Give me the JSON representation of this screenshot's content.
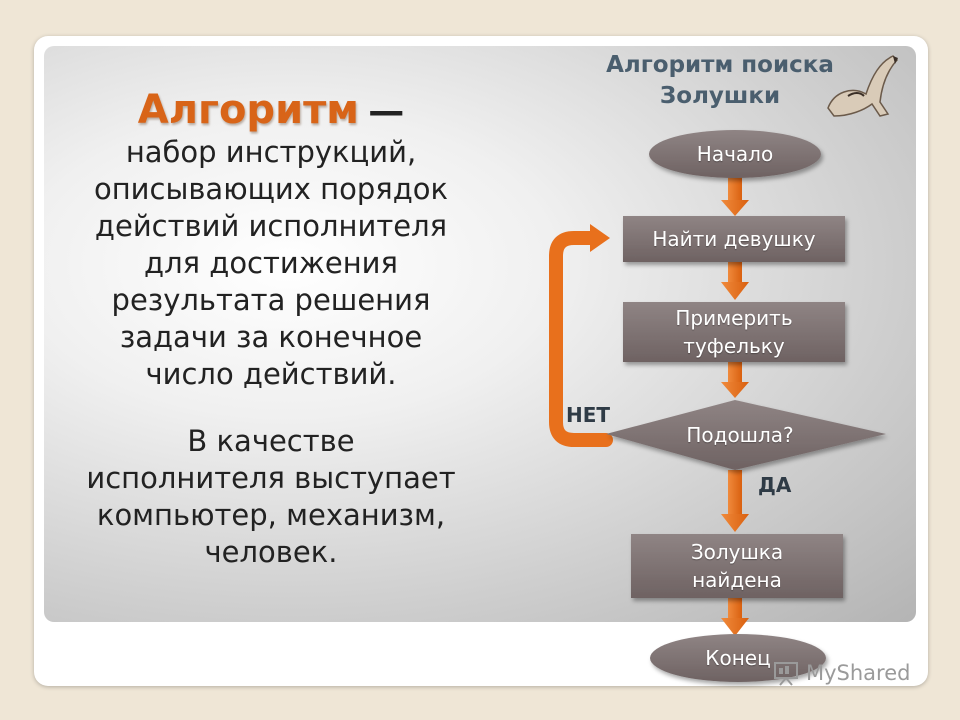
{
  "definition": {
    "term": "Алгоритм",
    "dash": "—",
    "text": "набор инструкций,\nописывающих порядок\nдействий исполнителя\nдля достижения\nрезультата решения\nзадачи за конечное\nчисло действий.",
    "executor_text": "В качестве\nисполнителя выступает\nкомпьютер, механизм,\nчеловек."
  },
  "flowchart": {
    "title": "Алгоритм поиска\nЗолушки",
    "nodes": {
      "start": "Начало",
      "find": "Найти девушку",
      "try_on": "Примерить\nтуфельку",
      "decision": "Подошла?",
      "found": "Золушка\nнайдена",
      "end": "Конец"
    },
    "labels": {
      "no": "НЕТ",
      "yes": "ДА"
    },
    "colors": {
      "box": "#7a6e6e",
      "arrow": "#e8701c",
      "title": "#4a5e6e"
    },
    "icons": [
      "high-heel-shoe-icon"
    ]
  },
  "watermark": {
    "text": "MyShared",
    "icon": "presentation-icon"
  }
}
